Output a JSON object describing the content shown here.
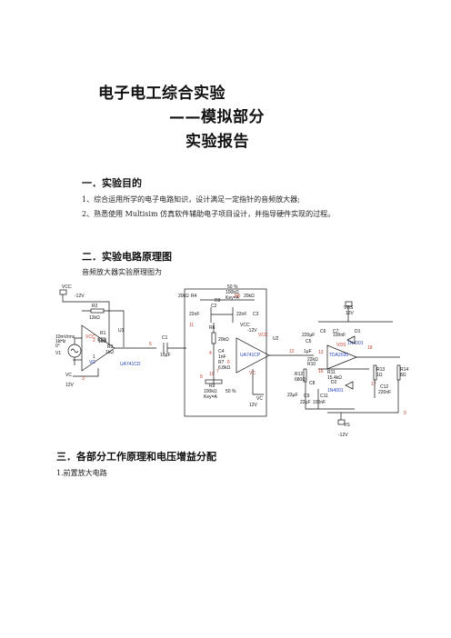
{
  "title": {
    "line1": "电子电工综合实验",
    "line2": "——模拟部分",
    "line3": "实验报告"
  },
  "section1": {
    "heading": "一．实验目的",
    "items": [
      "1、综合运用所学的电子电路知识，设计满足一定指针的音频放大器;",
      "2、熟悉使用 Multisim 仿真软件辅助电子项目设计，并指导硬件实现的过程。"
    ]
  },
  "section2": {
    "heading": "二．实验电路原理图",
    "intro": "音频放大器实验原理图为"
  },
  "section3": {
    "heading": "三．各部分工作原理和电压增益分配",
    "sub1": "1.前置放大电路"
  },
  "schematic": {
    "labels": {
      "vcc1": "VCC",
      "vcc1v": "-12V",
      "r2": "R2",
      "r2v": "12kΩ",
      "u1": "U1",
      "u1part": "UA741CD",
      "vc1": "VC",
      "vc1v": "12V",
      "src": "10mVrms",
      "srcf": "1kHz",
      "srcp": "0°",
      "v1": "V1",
      "r1": "R1",
      "r1v": "1kΩ",
      "r3": "R3",
      "r3v": "1kΩ",
      "c1": "C1",
      "c1v": "10µF",
      "pot1": "50 %",
      "pot1v": "100kΩ",
      "pot1k": "Key=A",
      "r4": "R4",
      "r4v": "20kΩ",
      "r8": "R8",
      "r5": "R5",
      "r5v": "20kΩ",
      "c2": "C2",
      "c2v": "22nF",
      "c3": "C3",
      "c3v": "22nF",
      "r6": "R6",
      "r6v": "20kΩ",
      "c4": "C4",
      "c4v": "1nF",
      "r7": "R7",
      "r7v": "6.8kΩ",
      "r9": "R9",
      "r9v": "100kΩ",
      "pot2": "50 %",
      "pot2k": "Key=A",
      "vcc2": "VCC",
      "vcc2v": "-12V",
      "u2": "U2",
      "u2part": "UA741CP",
      "vc2": "VC",
      "vc2v": "12V",
      "vds": "VDS",
      "vdsv": "12V",
      "c6": "C6",
      "c6v": "220µF",
      "c7": "C7",
      "c7v": "100nF",
      "d1": "D1",
      "d1p": "1N4001",
      "c5": "C5",
      "c5v": "1µF",
      "r10": "R10",
      "r10v": "22kΩ",
      "r12": "R12",
      "r12v": "680Ω",
      "u3": "U3",
      "u3part": "TDA2030",
      "r11": "R11",
      "r11v": "15.4kΩ",
      "d2": "D2",
      "d2p": "1N4001",
      "c8": "C8",
      "c8v": "22µF",
      "c9": "C9",
      "c9v": "22µF",
      "c11": "C11",
      "c11v": "100nF",
      "r13": "R13",
      "r13v": "1Ω",
      "r14": "R14",
      "r14v": "8Ω",
      "c12": "C12",
      "c12v": "220nF",
      "vs": "VS",
      "vsv": "-12V",
      "n0": "0",
      "n1": "1",
      "n2": "2",
      "n3": "3",
      "n4": "4",
      "n5": "5",
      "n6": "6",
      "n7": "7",
      "n8": "8",
      "n10": "10",
      "n11": "11",
      "n12": "12",
      "n13": "13",
      "n16": "16",
      "n17": "17",
      "n18": "18"
    }
  }
}
